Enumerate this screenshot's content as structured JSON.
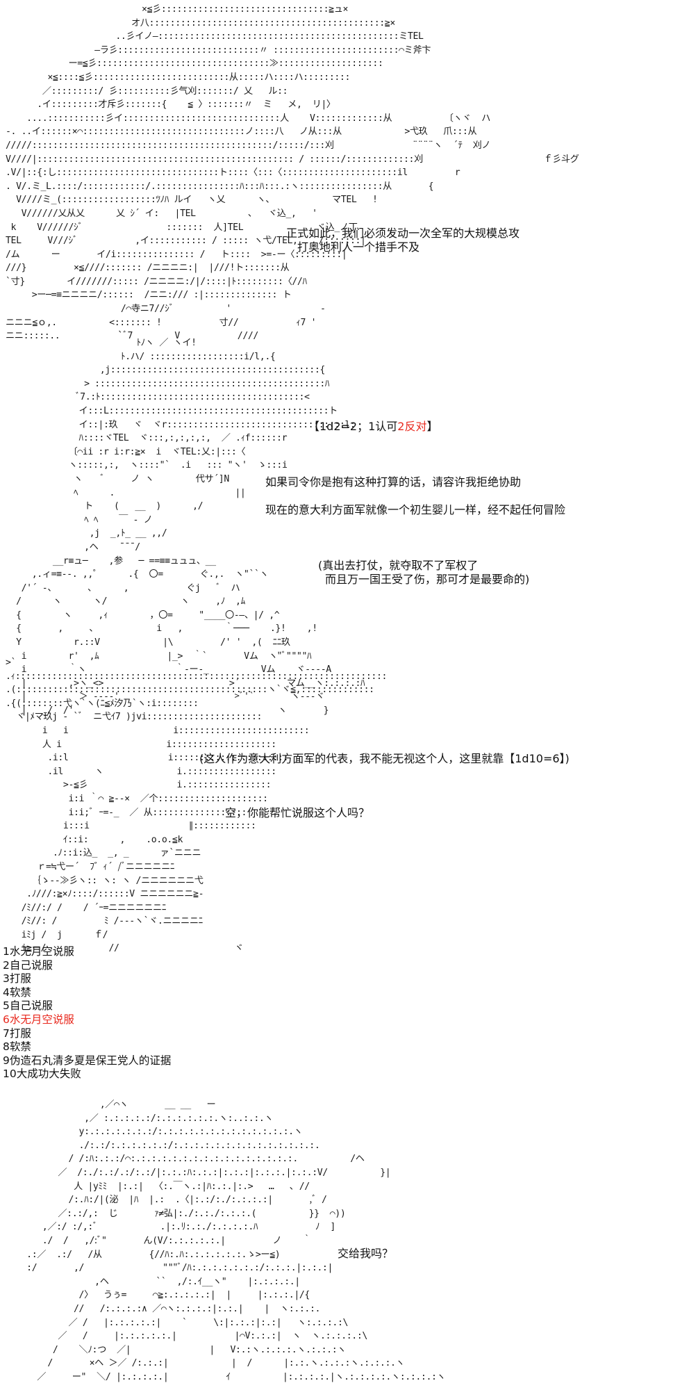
{
  "panel1": {
    "art": "                          ×≦彡::::::::::::::::::::::::::::::::≧ュ×\n                        オ八:::::::::::::::::::::::::::::::::::::::::::::≧×\n                     ..彡イノ―::::::::::::::::::::::::::::::::::::::::::::::ミTEL\n                 ―ラ彡:::::::::::::::::::::::::::〃 ::::::::::::::::::::::::⌒ミ斧卞\n            ー=≦彡:::::::::::::::::::::::::::::::::≫::::::::::::::::::::\n        ×≦::::≦彡::::::::::::::::::::::::::从:::::ハ::::ハ:::::::::\n       ／:::::::::/ 彡::::::::::彡气刈:::::::/ 乂   ル::\n      .イ:::::::::才斥彡:::::::{    ≦ 〉:::::::〃  ミ   メ,  リ|〉\n    ....:::::::::::彡イ::::::::::::::::::::::::::::::人    V:::::::::::::从          〔ヽヾ  ハ\n-. ..イ::::::×⌒:::::::::::::::::::::::::::::::ノ::::八   ノ从:::从            >弋玖   爪:::从\n/////::::::::::::::::::::::::::::::::::::::::::::::/:::::/:::刈               ¨¨¨¨ヽ  ´ﾃ  刈ノ\nV////|::::::::::::::::::::::::::::::::::::::::::::::::: / ::::::/:::::::::::::刈                       ｆ彡斗グ\n.V/|::{:し:::::::::::::::::::::::::::::::ト::::〈:::〈::::::::::::::::::::::il         r\n. V/.ミ_L.::::/::::::::::::/.::::::::::::::::ﾊ:::ﾊ:::.:ヽ::::::::::::::::从       {\n  V////ミ_(::::::::::::::::::ﾂﾉﾊ ルイ   ヽ乂      ヽ、           マTEL   !\n   V//////乂从乂      乂 ｼ´ イ:   |TEL          ､   ヾ込_,   '\n k    V//////ｼﾞ                :::::::  人]TEL              ヾ込_ノ丁\nTEL     V///ｼﾞ           ,イ::::::::::: / ::::: ヽ弋/TEL,    /:::::::|\n/ム      ー       イ/i::::::::::::::: /   ト::::  >=-ー〈:::::::::|\n///}         ×≦////::::::: /ニニニニ:|  |///!ト:::::::从\n`寸}        イ///////::::: /ニニニニ:/|/::::|ﾄ:::::::::〈//ﾊ\n     >ー─=≡ニニニニ/::::::  /ニニ:/// :|:::::::::::::: ト\n                      /⌒寺ニ7//ｼﾞ          '                 ‐\nニニニ≦ｏ,.          <::::::: !           寸//           ｨ7 '\nニニ:::::..           `ﾞ7        V           ////",
    "speech_1": "正式如此，我们必须发动一次全军的大规模总攻",
    "speech_2": "打奥地利人一个措手不及"
  },
  "panel2": {
    "art": "                         ﾄﾉヽ ／ ヽイ!\n                      ﾄ.ハ/ ::::::::::::::::::i/l,.{\n                  ,j::::::::::::::::::::::::::::::::::::::::{\n               > ::::::::::::::::::::::::::::::::::::::::::::ﾊ\n              ﾞ7.:ﾄ:::::::::::::::::::::::::::::::::::::::<\n              イ:::L::::::::::::::::::::::::::::::::::::::::::ト\n              イ::|:玖   ヾ  ヾr::::::::::::::::::::::::::::::::::l:\n              ﾊ::::ヾTEL  ヾ:::,:,:,:,:,  ／ .ｨf::::::r\n            〔⌒ii :r i:r:≧×  i  ヾTEL:乂:|:::〈\n            ヽ:::::,:,  ヽ::::\"`  .i   ::: \"ヽ'  ゝ:::i\n             ヽ    ﾞ     ノ ヽ        代サ´]N\n             ﾍ      .                       ||\n               ト    (   __  )      ,/\n               ﾍ ﾍ    ￣ ‐ ノ\n                ,j  _,ﾄ_ __ ,,/\n               ,ヘ    ̄ ̄ ̄ / \n         __r≡ュ─    ,参   ─ ==≡≡ュュュ、__\n     ,.ィ=≡‐‐. ,,゜     .{  〇=       ぐ.,.  ヽ\"``ヽ\n   /'´ ‐、      ､      ,           ぐj   ﾞ  ハ\n  /      ヽ      ヽ/              ヽ     ,ﾉ  ,ﾑ\n  {        ヽ     ,ｨ        ，〇=     \"____〇-―、|/ ,^\n  {       ,     ､            i   ,        ｀───    .}!    ,!\n  Y          r.::V            |\\         /' '  ,(  ﾆﾆ玖\n   i        r'  ,ﾑ             |_>  ｀`       Vム  ヽ\"ﾞ\"\"\"\"ﾊ\n   i        ｀ヽ                 ｀-ー-_          Vム    ヾ‐‐‐‐A\n   |        ,>ヽ_<>                        >´         マム__ヽ:.:.:.:ﾊ\n   |          ＞ ‐‐‐‐'                      >ﾞ'`       ヽ‐‐‐ヾ\n   |   _/  /'                                       ヽ       }",
    "roll_prefix": "【1d2=2；1认可",
    "roll_result": "2反对",
    "roll_suffix": "】",
    "speech_1": "如果司令你是抱有这种打算的话，请容许我拒绝协助",
    "speech_2": "现在的意大利方面军就像一个初生婴儿一样，经不起任何冒险",
    "speech_3": "(真出去打仗，就夺取不了军权了",
    "speech_4": "而且万一国王受了伤，那可才是最要命的)"
  },
  "panel3": {
    "art": ">`\n.ｨ:::::::::::::::::::::::::::::::::::::::::::::::::::::::::::::::::::::::\n.(::::::::::::::::::::::::::::::::::::::::::::::::ヽ`ヾ≦,::::::::::::::\n.{(::::::::弋ヽ`ヽ(ﾆ≦ﾒ汐乃`ヽ:i::::::::\n  ヾ|ﾒマ玖j - `ﾞ  ニ弋ｲ7 )jvi::::::::::::::::::::::\n       i   i                    i:::::::::::::::::::::::::\n       人 i                    i::::::::::::::::::::\n        .i:l                   i::::::::::::::::::::::\n        .il      ヽ              i.:::::::::::::::::\n           >-≦彡                 i.::::::::::::::::\n            i:i ｀⌒ ≧-‐×  ／个:::::::::::::::::::::\n            i:i;ﾞ ｰ=-_  ／ 从::::::::::::::::::\n           i:::i                   ∥::::::::::::\n           ｲ::i:      ,    .o.o.≦k\n         .ﾉ::i:込_  _, _      ァ`ニニニ\n      ｒ=≒弋ー´  ﾌ゛ｨ´ /ﾞニニニニニﾆ\n     ｛ゝ-‐≫彡ヽ:: ヽ: ヽ /ニニニニニニ弋\n    .ﾉ///:≧×ﾉ::::/::::::V ニニニニニニ≧-\n   /ﾐ//:/ /    / ´ｰ=ニニニニニニﾆ\n   /ﾐ//: /         ﾐ /‐‐‐ヽ`ヾ.ニニニニﾆ\n   iﾐj /  j      ｆ/                          \n   i≧ー/            //                      ヾ",
    "speech_1": "(这人作为意大利方面军的代表，我不能无视这个人，这里就靠【1d10=6】)",
    "speech_2": "空，你能帮忙说服这个人吗？"
  },
  "options": [
    "1水无月空说服",
    "2自己说服",
    "3打服",
    "4软禁",
    "5自己说服",
    "6水无月空说服",
    "7打服",
    "8软禁",
    "9伪造石丸清多夏是保王党人的证据",
    "10大成功大失败"
  ],
  "selected_option_index": 5,
  "panel4": {
    "art": "                  ,／⌒ヽ       __ __   ー\n               ,／ :.:.:.:.:/:.:.:.:.:.:.ヽ:..:.:.ヽ\n              y:.:.:.:.:.:.:/:.:.:.:.:.:.:.:.:.:.:.:.:.ヽ\n              ./:.:/:.:.:.:.:.:/:.:.:.:.:.:.:.:.:.:.:.:.:.:.\n            / /:ﾊ:.:.:/⌒:.:.:.:.:.:.:.:.:.:.:.:.:.:.:.:.          /ヘ\n          ／  /:./:.:/.:/:.:/|:.:.:ﾊ:.:.:|:.:.:|:.:.:.|:.:.:V/          }|\n             人 |yﾐﾐ  |:.:|  〈:.￣ヽ.:|ﾊ:.:.|:.>   …   ､ //\n            /:.ﾊ:/|(泌  |ﾊ  |.:  .〈|:.:/:./:.:.:.:|       ,ﾞ /\n          ／:.:/,:  じ       ｧ≠弘|:./:.:./:.:.:.(          }}  ⌒))\n       ,／:/ :/,:ﾞ            .|:.ﾘ:.:./:.:.:.:.ﾊ           ﾉ  ]\n       ./  /   ,/:ﾞ\"       ん(V/:.:.:.:.:.|         ノ    ｀\n    .:／  .:/   /从         {//ﾊ:.ﾊ:.:.:.:.:.:.ゝ>ー≦)\n    :/       ,/               \"\"\"ﾞ/ﾊ:.:.:.:.:.:.:/:.:.:.|:.:.:|\n                 ,ヘ         ``  ,/:.ｲ__ヽ\"    |:.:.:.:.|\n              /〉  うぅ=     ⌒≧:.:.:.:.:|  |     |:.:.:.|/{\n             //   /:.:.:.:∧ ／⌒ヽ:.:.:.:|:.:.|    |  ヽ:.:.:.\n            ／ /   |:.:.:.:.:|    `     \\:|:.:.:|:.:|   ヽ:.:.:.:\\\n          ／   /     |:.:.:.:.:.|           |⌒V:.:.:|  ヽ  ヽ.:.:.:.:\\\n         /    ＼ﾉ:つ  ／|               |   V:.:ヽ.:.:.:.ヽ.:.:.:ヽ\n        /       ×ヘ ＞／ /:.:.:|            |  /      |:.:.ヽ.:.:.:ヽ.:.:.:.ヽ\n      ／     ー\"  ＼/ |:.:.:.:.|           ｲ          |:.:.:.:.|ヽ.:.:.:.:.ヽ:.:.:.:ヽ\n",
    "speech_1": "交给我吗？"
  }
}
